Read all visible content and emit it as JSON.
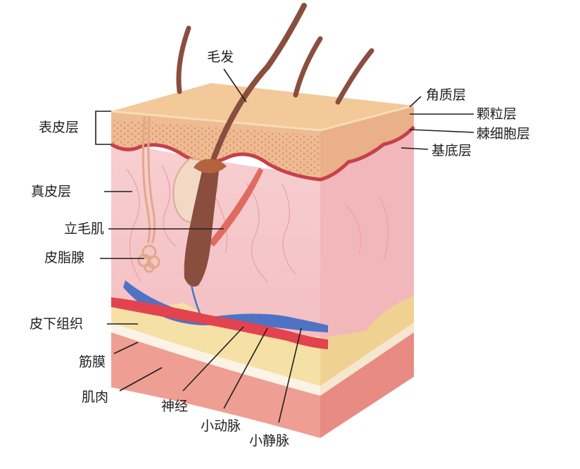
{
  "labels": {
    "hair": "毛发",
    "stratum_corneum": "角质层",
    "stratum_granulosum": "颗粒层",
    "stratum_spinosum": "棘细胞层",
    "stratum_basale": "基底层",
    "epidermis": "表皮层",
    "dermis": "真皮层",
    "arrector_pili": "立毛肌",
    "sebaceous_gland": "皮脂腺",
    "subcutaneous": "皮下组织",
    "fascia": "筋膜",
    "muscle": "肌肉",
    "nerve": "神经",
    "arteriole": "小动脉",
    "venule": "小静脉"
  },
  "colors": {
    "epidermis_top": "#f3c99a",
    "epidermis_granular": "#eeb58f",
    "basal_line": "#c6404a",
    "dermis": "#f6c9cc",
    "dermis_side": "#f2b7ba",
    "subcutaneous": "#f5e0a6",
    "fascia": "#fbf3e6",
    "muscle": "#ee9e93",
    "hair": "#8a4e3e",
    "artery": "#e2434f",
    "vein": "#4f73c4"
  }
}
